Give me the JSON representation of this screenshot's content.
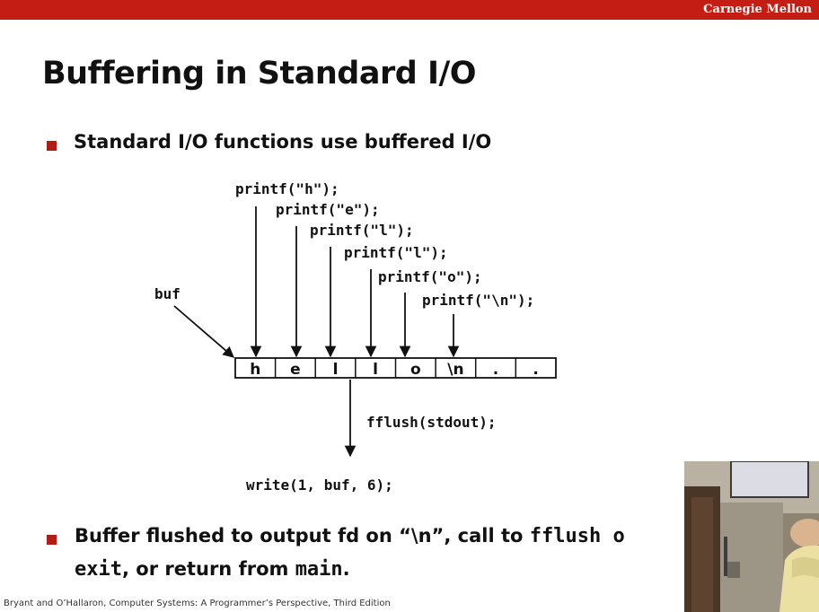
{
  "header": {
    "brand": "Carnegie Mellon"
  },
  "title": "Buffering in Standard I/O",
  "bullets": {
    "first": "Standard I/O functions use buffered I/O",
    "second": {
      "line1_prefix": "Buffer flushed to output fd on “\\n”, call to ",
      "line1_code": "fflush o",
      "line2_code1": "exit",
      "line2_text": ", or return from ",
      "line2_code2": "main",
      "line2_end": "."
    }
  },
  "diagram": {
    "calls": [
      "printf(\"h\");",
      "printf(\"e\");",
      "printf(\"l\");",
      "printf(\"l\");",
      "printf(\"o\");",
      "printf(\"\\n\");"
    ],
    "buf_label": "buf",
    "cells": [
      "h",
      "e",
      "l",
      "l",
      "o",
      "\\n",
      ".",
      "."
    ],
    "flush_call": "fflush(stdout);",
    "write_call": "write(1, buf, 6);"
  },
  "footer": "Bryant and O’Hallaron, Computer Systems: A Programmer’s Perspective, Third Edition",
  "colors": {
    "header_bar": "#c41e14",
    "bullet": "#b01d14",
    "text": "#111111"
  }
}
